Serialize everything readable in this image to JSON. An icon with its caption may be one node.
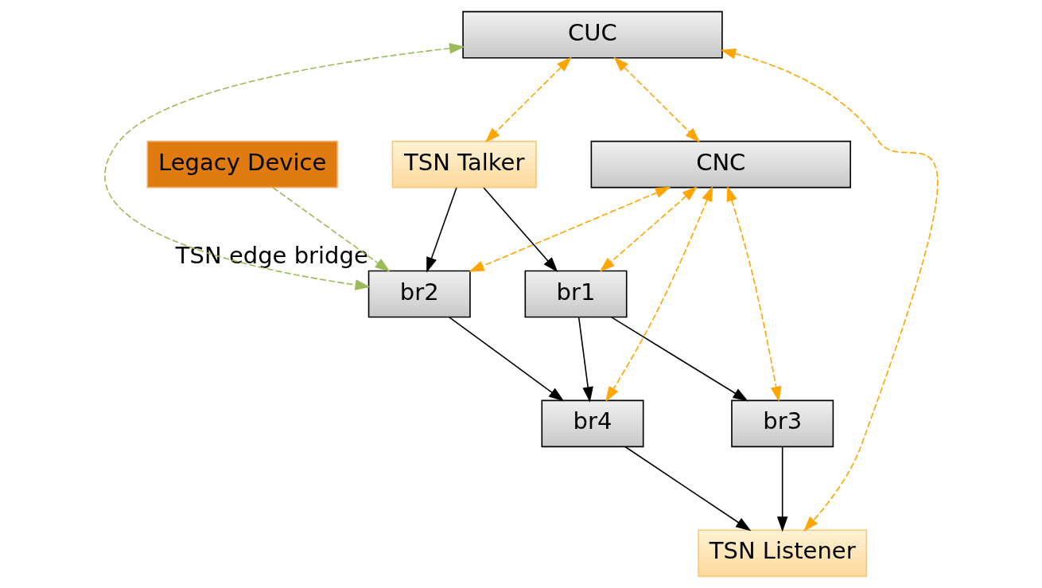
{
  "diagram": {
    "nodes": [
      {
        "text": [
          "CUC"
        ]
      },
      {
        "text": [
          "CNC"
        ]
      },
      {
        "text": [
          "TSN Talker"
        ]
      },
      {
        "text": [
          "br3"
        ]
      },
      {
        "text": [
          "br1"
        ]
      },
      {
        "text": [
          "br2"
        ],
        "beside": [
          "TSN edge bridge"
        ]
      },
      {
        "text": [
          "TSN Listener"
        ]
      },
      {
        "text": [
          "Legacy Device"
        ]
      },
      {
        "text": [
          "br4"
        ]
      }
    ],
    "edges": [
      {
        "from": 0,
        "to": 1,
        "arrow": "both",
        "style": "dashed",
        "color": "#ffa500"
      },
      {
        "from": 0,
        "to": 2,
        "arrow": "both",
        "style": "dashed",
        "color": "#ffa500"
      },
      {
        "from": 0,
        "to": 6,
        "arrow": "both",
        "style": "dashed",
        "color": "#ffa500"
      },
      {
        "from": 0,
        "to": 5,
        "arrow": "both",
        "style": "dashed",
        "color": "#9bbb59"
      },
      {
        "from": 1,
        "to": 3,
        "arrow": "both",
        "style": "dashed",
        "color": "#ffa500"
      },
      {
        "from": 1,
        "to": 4,
        "arrow": "both",
        "style": "dashed",
        "color": "#ffa500"
      },
      {
        "from": 1,
        "to": 5,
        "arrow": "both",
        "style": "dashed",
        "color": "#ffa500"
      },
      {
        "from": 1,
        "to": 8,
        "arrow": "both",
        "style": "dashed",
        "color": "#ffa500"
      },
      {
        "from": 2,
        "to": 4,
        "arrow": "to",
        "color": "#000000"
      },
      {
        "from": 2,
        "to": 5,
        "arrow": "to",
        "color": "#000000"
      },
      {
        "from": 4,
        "to": 3,
        "arrow": "to",
        "color": "#000000"
      },
      {
        "from": 4,
        "to": 8,
        "arrow": "to",
        "color": "#000000"
      },
      {
        "from": 5,
        "to": 8,
        "arrow": "to",
        "color": "#000000"
      },
      {
        "from": 3,
        "to": 6,
        "arrow": "to",
        "color": "#000000"
      },
      {
        "from": 8,
        "to": 6,
        "arrow": "to",
        "color": "#000000"
      },
      {
        "from": 7,
        "to": 5,
        "arrow": "to",
        "style": "dashed",
        "color": "#9bbb59"
      }
    ]
  }
}
